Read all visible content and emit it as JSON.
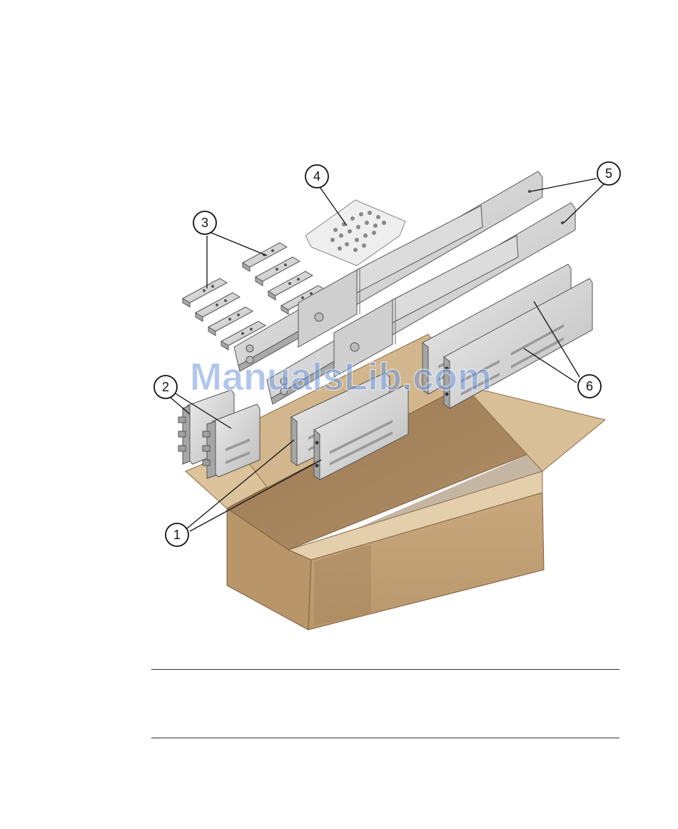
{
  "figure": {
    "callouts": [
      {
        "id": "1",
        "label": "1"
      },
      {
        "id": "2",
        "label": "2"
      },
      {
        "id": "3",
        "label": "3"
      },
      {
        "id": "4",
        "label": "4"
      },
      {
        "id": "5",
        "label": "5"
      },
      {
        "id": "6",
        "label": "6"
      }
    ],
    "watermark": "ManualsLib.com",
    "colors": {
      "box": "#c6a57a",
      "box_dark": "#a4835d",
      "box_light": "#e2cba8",
      "metal": "#d6d6d6",
      "metal_dark": "#b4b4b4",
      "rule": "#333333"
    }
  }
}
